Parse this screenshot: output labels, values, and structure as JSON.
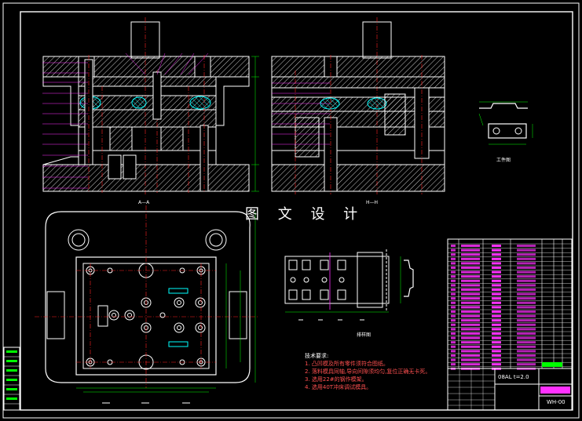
{
  "watermark": "图 文 设 计",
  "section_labels": {
    "aa": "A—A",
    "hh": "H—H",
    "part": "工件图",
    "strip": "排样图"
  },
  "tech_notes": {
    "title": "技术要求:",
    "items": [
      "1. 凸凹模及所有零件须符合图纸。",
      "2. 落料模具同轴,导向间隙须均匀,复位正确无卡死。",
      "3. 选用22#的钢作模架。",
      "4. 选用40T冲床调试模具。"
    ]
  },
  "title_block": {
    "material": "08AL t=2.0",
    "drawing_no": "WH-00"
  },
  "colors": {
    "background": "#000000",
    "outline": "#ffffff",
    "hatch": "#ffffff",
    "centerline": "#ff2020",
    "leader": "#ff30ff",
    "dimension": "#00ff00",
    "note": "#ff5050",
    "accent_cyan": "#00ffff",
    "accent_yellow": "#ffff00"
  }
}
